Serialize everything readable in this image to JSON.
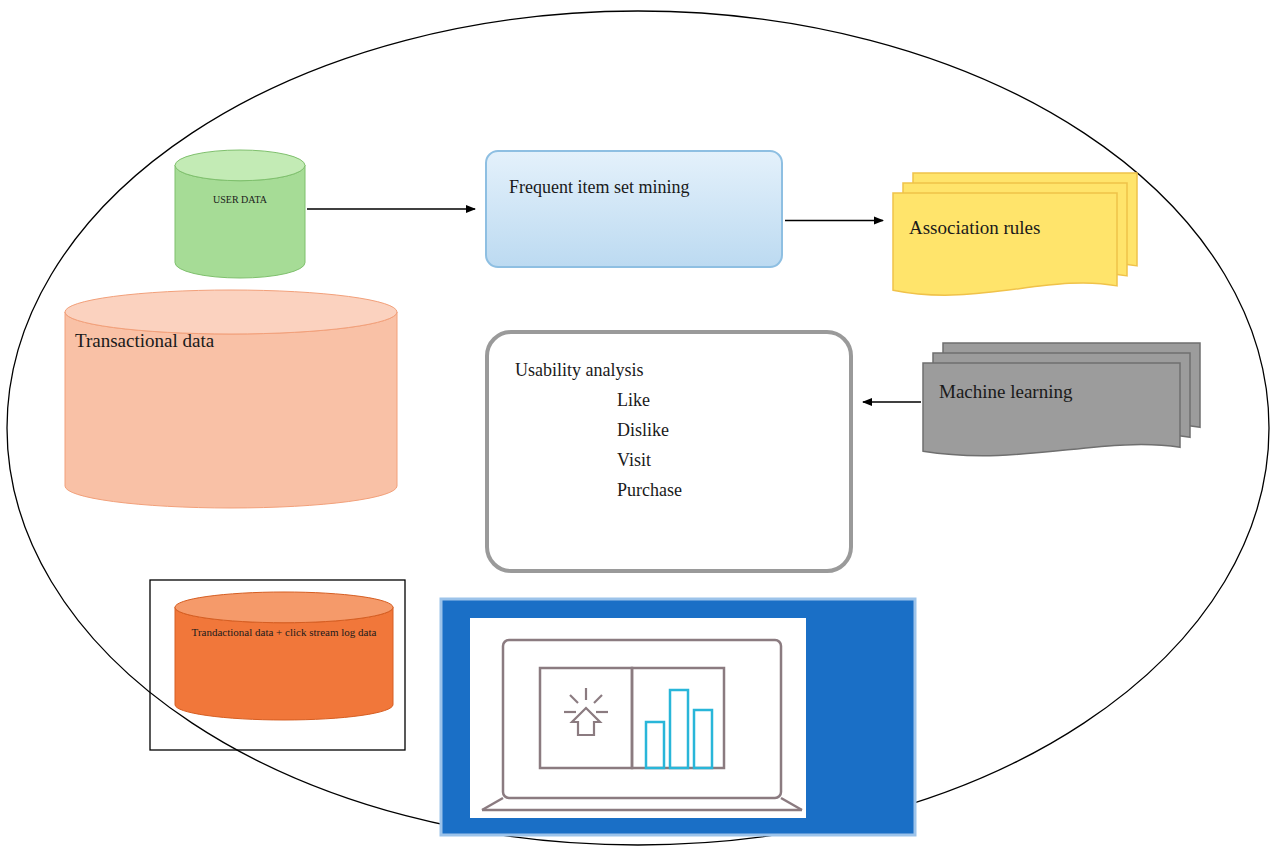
{
  "diagram": {
    "nodes": [
      {
        "text": [
          "USER DATA"
        ]
      },
      {
        "text": [
          "Frequent item set mining"
        ]
      },
      {
        "text": [
          "Association rules"
        ]
      },
      {
        "text": [
          "Transactional data"
        ]
      },
      {
        "text": [
          "Usability analysis",
          "Like",
          "Dislike",
          "Visit",
          "Purchase"
        ]
      },
      {
        "text": [
          "Machine learning"
        ]
      },
      {
        "text": [
          "Trandactional data + click stream log data"
        ]
      }
    ],
    "edges": [
      {
        "from": 0,
        "to": 1,
        "arrow": "to"
      },
      {
        "from": 1,
        "to": 2,
        "arrow": "to"
      },
      {
        "from": 5,
        "to": 4,
        "arrow": "to"
      }
    ]
  }
}
